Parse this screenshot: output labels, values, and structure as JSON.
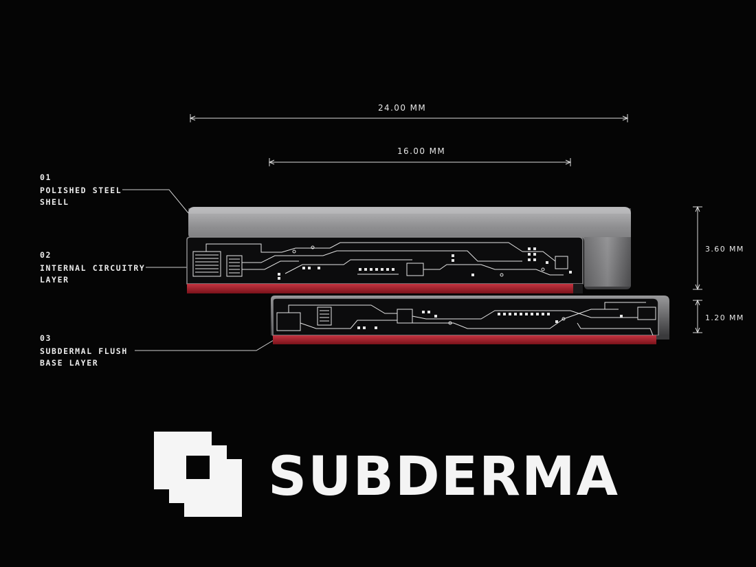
{
  "dimensions": {
    "overall_width": "24.00 MM",
    "inner_width": "16.00 MM",
    "upper_height": "3.60 MM",
    "lower_height": "1.20 MM"
  },
  "layers": [
    {
      "number": "01",
      "line1": "POLISHED STEEL",
      "line2": "SHELL"
    },
    {
      "number": "02",
      "line1": "INTERNAL CIRCUITRY",
      "line2": "LAYER"
    },
    {
      "number": "03",
      "line1": "SUBDERMAL FLUSH",
      "line2": "BASE LAYER"
    }
  ],
  "brand": {
    "name": "SUBDERMA"
  },
  "colors": {
    "background": "#050505",
    "steel": "#8a8a8c",
    "base_layer_red": "#a8202a",
    "text": "#ececec"
  }
}
